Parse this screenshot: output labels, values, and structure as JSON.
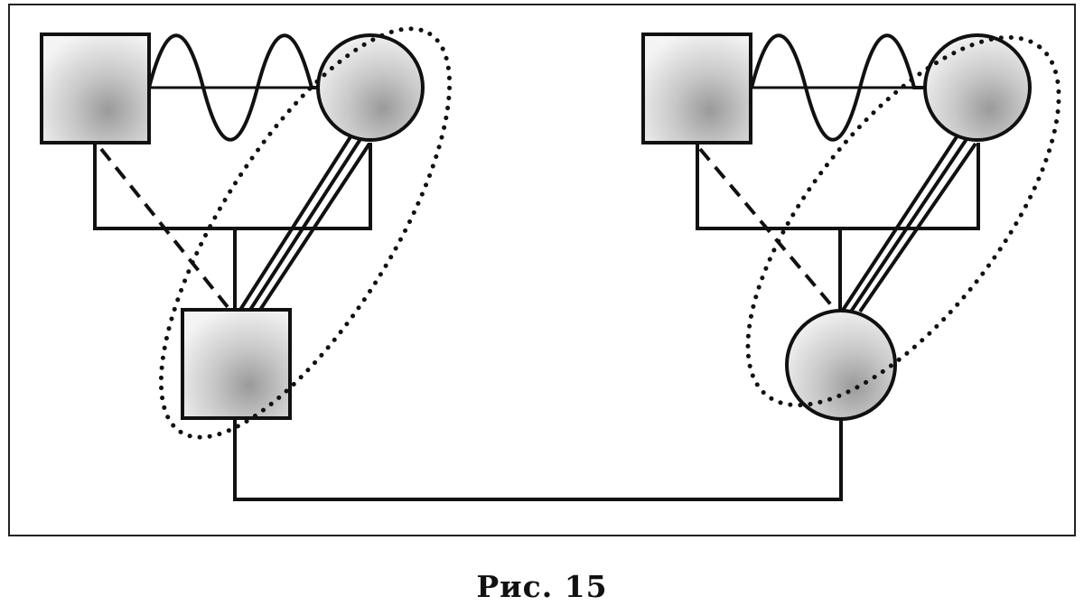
{
  "caption": "Рис. 15",
  "colors": {
    "line": "#111111",
    "frame": "#222222",
    "node_fill_light": "#f4f4f4",
    "node_fill_dark": "#9a9a9a"
  },
  "groups": [
    {
      "id": "left",
      "nodes": [
        {
          "id": "left-male-parent",
          "shape": "square"
        },
        {
          "id": "left-female-parent",
          "shape": "circle"
        },
        {
          "id": "left-male-child",
          "shape": "square"
        }
      ],
      "relations": [
        {
          "from": "left-male-parent",
          "to": "left-female-parent",
          "style": "wavy"
        },
        {
          "from": "left-female-parent",
          "to": "left-male-child",
          "style": "triple"
        },
        {
          "from": "left-male-parent",
          "to": "left-male-child",
          "style": "dashed"
        }
      ],
      "highlight": {
        "encloses": [
          "left-female-parent",
          "left-male-child"
        ],
        "style": "dotted"
      }
    },
    {
      "id": "right",
      "nodes": [
        {
          "id": "right-male-parent",
          "shape": "square"
        },
        {
          "id": "right-female-parent",
          "shape": "circle"
        },
        {
          "id": "right-female-child",
          "shape": "circle"
        }
      ],
      "relations": [
        {
          "from": "right-male-parent",
          "to": "right-female-parent",
          "style": "wavy"
        },
        {
          "from": "right-female-parent",
          "to": "right-female-child",
          "style": "triple"
        },
        {
          "from": "right-male-parent",
          "to": "right-female-child",
          "style": "dashed"
        }
      ],
      "highlight": {
        "encloses": [
          "right-female-parent",
          "right-female-child"
        ],
        "style": "dotted"
      }
    }
  ],
  "marriage": {
    "from": "left-male-child",
    "to": "right-female-child",
    "style": "solid"
  }
}
